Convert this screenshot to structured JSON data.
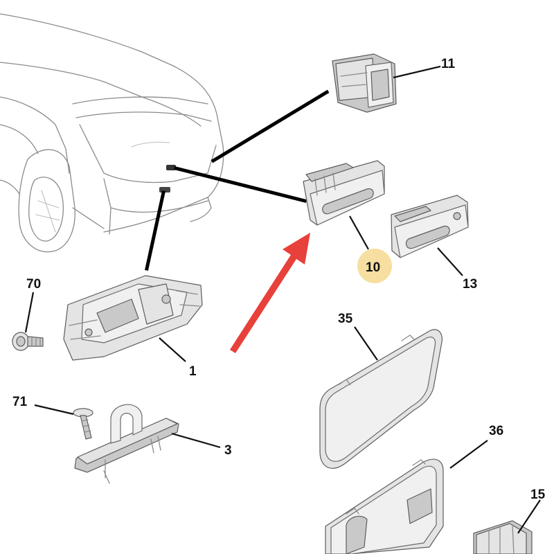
{
  "callouts": {
    "c11": "11",
    "c10": "10",
    "c13": "13",
    "c70": "70",
    "c1": "1",
    "c35": "35",
    "c71": "71",
    "c3": "3",
    "c36": "36",
    "c15": "15"
  },
  "colors": {
    "highlight_circle": "#f6dfa0",
    "red_arrow": "#e8403a"
  }
}
